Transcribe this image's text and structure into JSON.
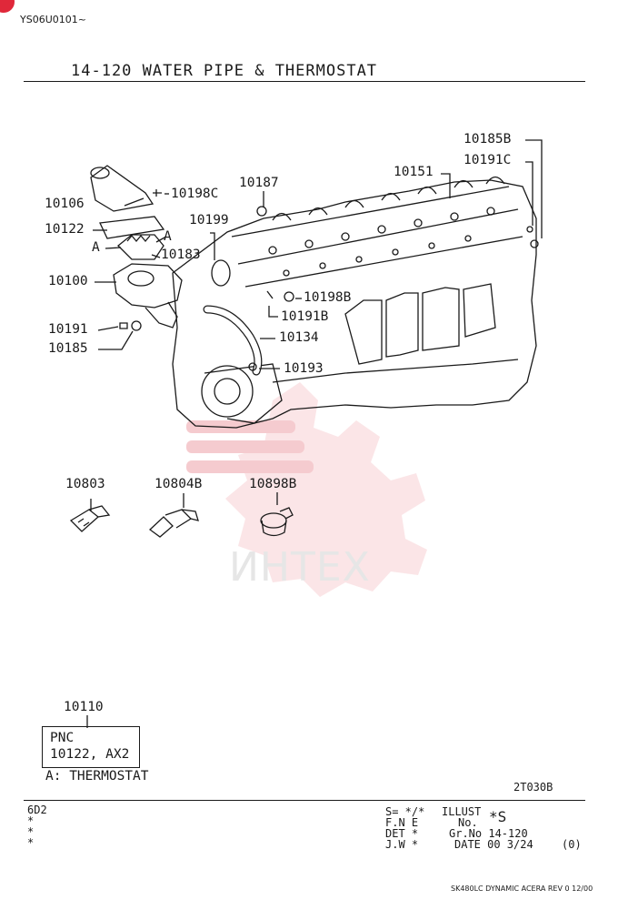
{
  "header": {
    "doc_code": "YS06U0101~",
    "section_title": "14-120  WATER PIPE & THERMOSTAT"
  },
  "callouts": {
    "c10106": "10106",
    "c10198C": "10198C",
    "c10122": "10122",
    "cA_left": "A",
    "cA_right": "A",
    "c10183": "10183",
    "c10100": "10100",
    "c10199": "10199",
    "c10187": "10187",
    "c10151": "10151",
    "c10185B": "10185B",
    "c10191C": "10191C",
    "c10198B": "10198B",
    "c10191B": "10191B",
    "c10134": "10134",
    "c10193": "10193",
    "c10191": "10191",
    "c10185": "10185",
    "c10803": "10803",
    "c10804B": "10804B",
    "c10898B": "10898B",
    "c10110": "10110"
  },
  "pnc_box": {
    "heading": "PNC",
    "value": "10122, AX2"
  },
  "note": "A: THERMOSTAT",
  "figure_code": "2T030B",
  "watermark": "ИНТЕХ",
  "footer": {
    "model_code": "6D2",
    "stars": [
      "*",
      "*",
      "*"
    ],
    "s_label": "S= */*",
    "illust": "ILLUST",
    "fne": "F.N E",
    "no": "No.",
    "no_value": "*S",
    "det": "DET *",
    "grno": "Gr.No 14-120",
    "jw": "J.W *",
    "date": "DATE 00 3/24",
    "rev": "(0)",
    "model_line": "SK480LC DYNAMIC ACERA REV 0 12/00"
  },
  "colors": {
    "ink": "#1a1a1a",
    "watermark_red": "#f2b8bd",
    "corner_badge": "#e0283a"
  }
}
